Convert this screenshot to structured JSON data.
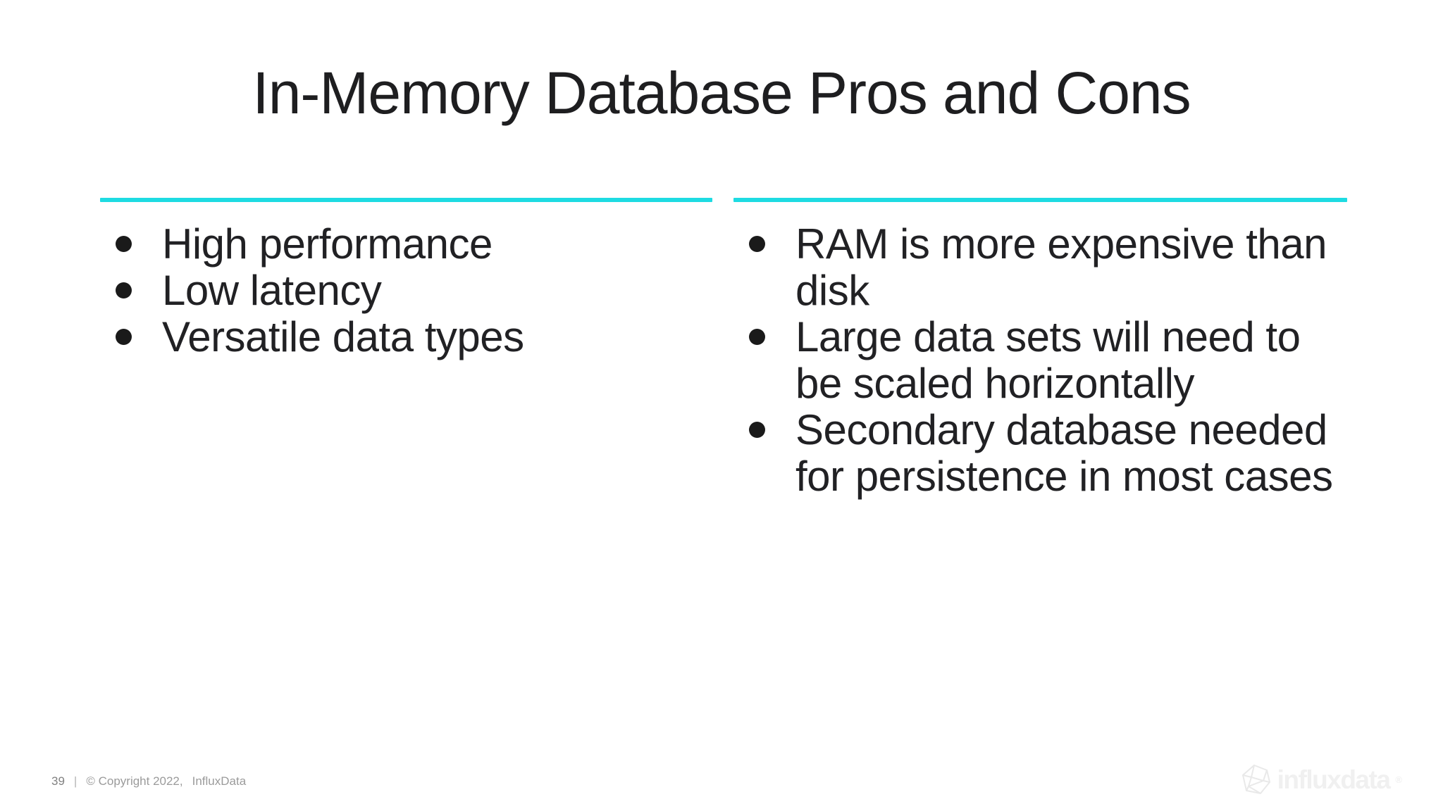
{
  "slide": {
    "title": "In-Memory Database Pros and Cons",
    "accent_color": "#1edbe2",
    "text_color": "#212124",
    "columns": [
      {
        "name": "pros",
        "items": [
          "High performance",
          "Low latency",
          "Versatile data types"
        ]
      },
      {
        "name": "cons",
        "items": [
          "RAM is more expensive than disk",
          "Large data sets will need to be scaled horizontally",
          "Secondary database needed for persistence in most cases"
        ]
      }
    ],
    "footer": {
      "page_number": "39",
      "separator": "|",
      "copyright": "© Copyright 2022,",
      "company": "InfluxData"
    },
    "logo": {
      "wordmark": "influxdata",
      "registered_mark": "®",
      "icon": "influxdata-cubo-icon",
      "color": "#f0f0f0"
    }
  }
}
